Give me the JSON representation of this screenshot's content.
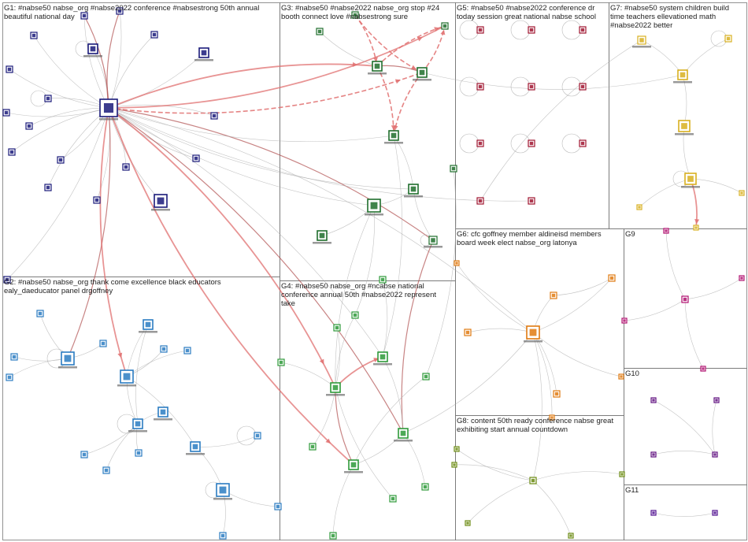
{
  "groups": [
    {
      "id": "G1",
      "text": "G1: #nabse50 nabse_org #nabse2022 conference #nabsestrong 50th annual beautiful national day",
      "color": "#1a1a7a"
    },
    {
      "id": "G2",
      "text": "G2: #nabse50 nabse_org thank come excellence black educators ealy_daeducator panel drgoffney",
      "color": "#2b7cc2"
    },
    {
      "id": "G3",
      "text": "G3: #nabse50 #nabse2022 nabse_org stop #24 booth connect love #nabsestrong sure",
      "color": "#1f6e2c"
    },
    {
      "id": "G4",
      "text": "G4: #nabse50 nabse_org #ncabse national conference annual 50th #nabse2022 represent take",
      "color": "#2e9a3a"
    },
    {
      "id": "G5",
      "text": "G5: #nabse50 #nabse2022 conference dr today session great national nabse school",
      "color": "#a01530"
    },
    {
      "id": "G6",
      "text": "G6: cfc goffney member aldineisd members board week elect nabse_org latonya",
      "color": "#e07a10"
    },
    {
      "id": "G7",
      "text": "G7: #nabse50 system children build time teachers ellevationed math #nabse2022 better",
      "color": "#d8b020"
    },
    {
      "id": "G8",
      "text": "G8: content 50th ready conference nabse great exhibiting start annual countdown",
      "color": "#6a8a10"
    },
    {
      "id": "G9",
      "text": "G9",
      "color": "#b01070"
    },
    {
      "id": "G10",
      "text": "G10",
      "color": "#601080"
    },
    {
      "id": "G11",
      "text": "G11",
      "color": "#501090"
    }
  ],
  "colors": {
    "edge": "#aaaaaa",
    "edge_strong": "#e07070",
    "edge_dark": "#b05050",
    "border": "#777777"
  }
}
